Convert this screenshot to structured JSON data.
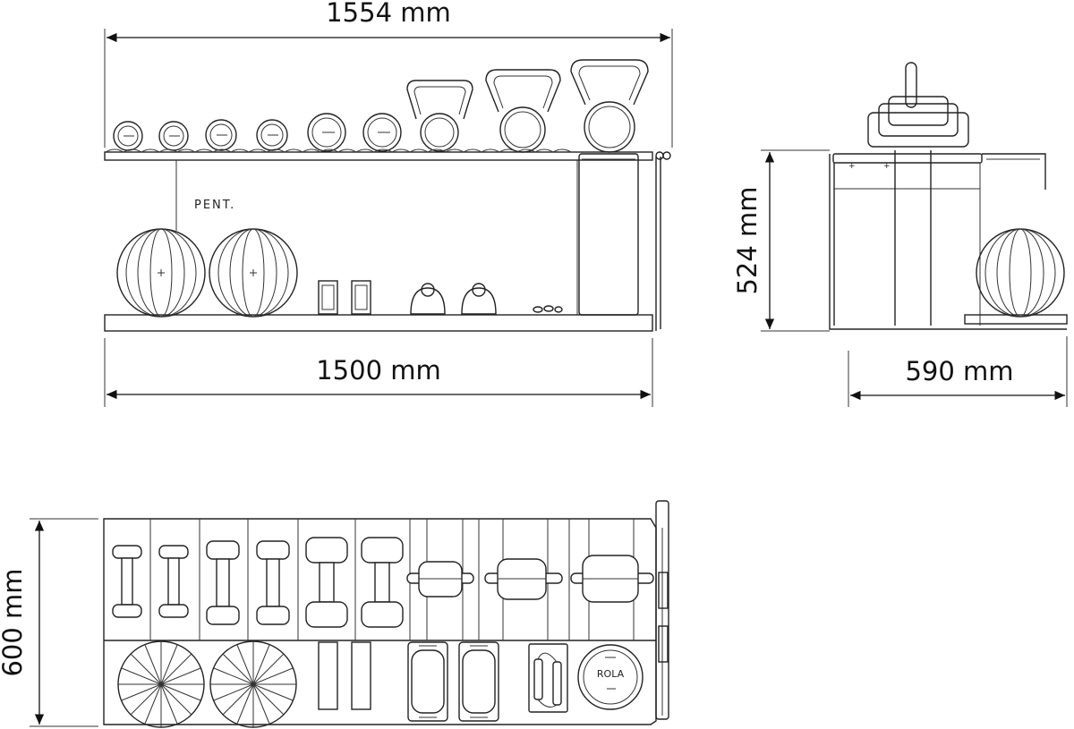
{
  "dimensions": {
    "top_width": "1554 mm",
    "base_width": "1500 mm",
    "side_height": "524 mm",
    "side_depth": "590 mm",
    "plan_depth": "600 mm"
  },
  "labels": {
    "brand": "PENT.",
    "rola": "ROLA"
  },
  "icons": [
    "arrowhead",
    "kettlebell-icon",
    "dumbbell-icon",
    "medicine-ball-icon",
    "jump-rope-icon",
    "foam-roller-icon"
  ]
}
